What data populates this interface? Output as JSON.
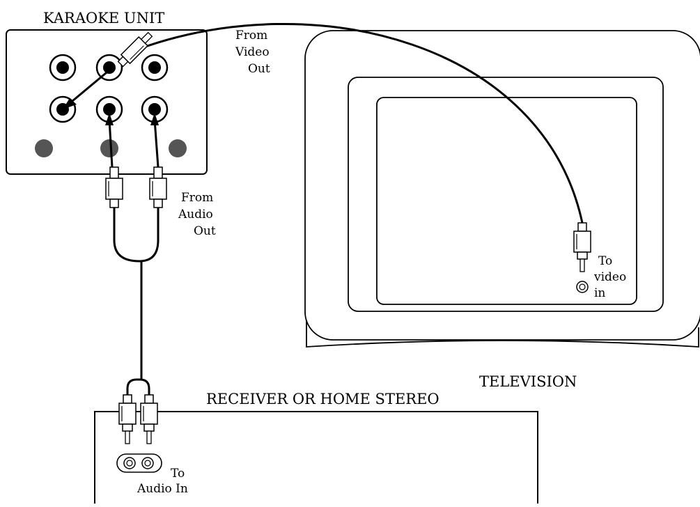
{
  "labels": {
    "karaoke_unit": "KARAOKE UNIT",
    "television": "TELEVISION",
    "receiver": "RECEIVER OR HOME STEREO",
    "from_video_out": [
      "From",
      "Video",
      "Out"
    ],
    "from_audio_out": [
      "From",
      "Audio",
      "Out"
    ],
    "to_video_in": [
      "To",
      "video",
      "in"
    ],
    "to_audio_in": [
      "To",
      "Audio In"
    ]
  },
  "colors": {
    "line": "#000000",
    "background": "#ffffff",
    "jack_dot_fill": "#555555"
  },
  "icons": {
    "jack": "rca-jack-icon",
    "plug": "rca-plug-icon",
    "dot": "indicator-dot-icon"
  }
}
